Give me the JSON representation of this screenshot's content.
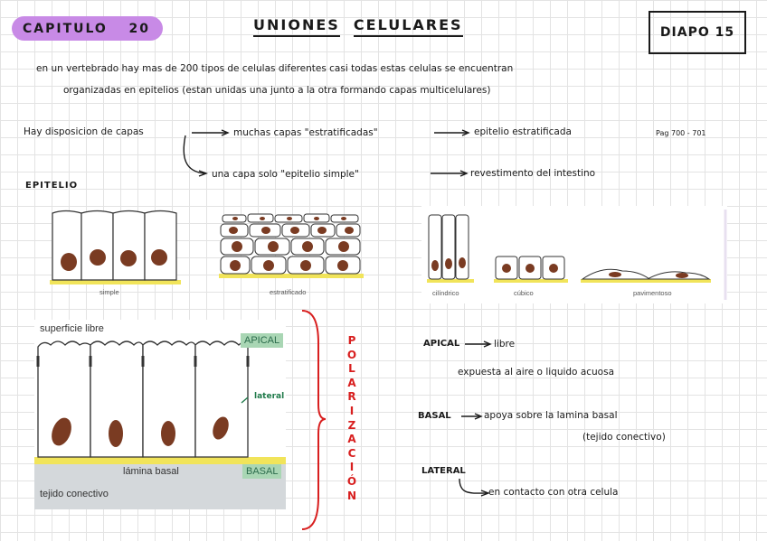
{
  "header": {
    "chapter_label": "CAPITULO",
    "chapter_number": "20",
    "title_word1": "UNIONES",
    "title_word2": "CELULARES",
    "slide_label": "DIAPO 15"
  },
  "intro": {
    "line1": "en un vertebrado hay mas de 200 tipos de celulas diferentes casi todas estas celulas se encuentran",
    "line2": "organizadas en epitelios (estan unidas una junto a la otra formando capas multicelulares)"
  },
  "layers": {
    "lead": "Hay disposicion de capas",
    "branch1_a": "muchas capas \"estratificadas\"",
    "branch1_b": "epitelio estratificada",
    "page_ref": "Pag 700 - 701",
    "branch2_a": "una capa solo \"epitelio simple\"",
    "branch2_b": "revestimento del intestino"
  },
  "epitelio_label": "EPITELIO",
  "figure_captions": {
    "simple": "simple",
    "estratificado": "estratificado",
    "cilindrico": "cilíndrico",
    "cubico": "cúbico",
    "pavimentoso": "pavimentoso"
  },
  "polar_diagram": {
    "superficie": "superficie libre",
    "apical": "APICAL",
    "lateral": "lateral",
    "basal": "BASAL",
    "lamina": "lámina basal",
    "tejido": "tejido conectivo"
  },
  "polarizacion_letters": [
    "P",
    "O",
    "L",
    "A",
    "R",
    "I",
    "Z",
    "A",
    "C",
    "I",
    "Ó",
    "N"
  ],
  "notes": {
    "apical_term": "APICAL",
    "apical_def": "libre",
    "apical_desc": "expuesta al aire o liquido acuosa",
    "basal_term": "BASAL",
    "basal_def": "apoya sobre la lamina basal",
    "basal_desc": "(tejido conectivo)",
    "lateral_term": "LATERAL",
    "lateral_def": "en contacto con otra celula"
  },
  "colors": {
    "chapter_pill": "#c88ae6",
    "nucleus": "#7a3b22",
    "basal_lamina": "#f1e45a",
    "connective": "#d4d8db",
    "polarization": "#d81f1f",
    "tag_bg": "#a9d6b4",
    "lateral_text": "#1f7a4a"
  }
}
